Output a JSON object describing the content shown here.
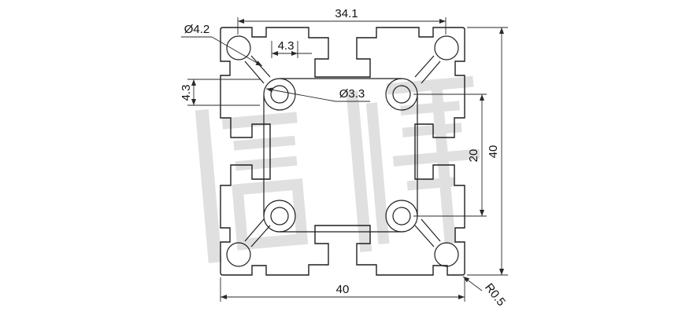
{
  "drawing": {
    "title": "aluminium-extrusion-profile-4040-cross-section",
    "dimensions": {
      "top_hole_spacing": "34.1",
      "corner_hole_diameter": "Ø4.2",
      "top_web_thickness": "4.3",
      "center_hole_diameter": "Ø3.3",
      "left_web_thickness": "4.3",
      "inner_hole_spacing": "20",
      "profile_height": "40",
      "profile_width": "40",
      "corner_radius": "R0.5"
    },
    "colors": {
      "line": "#1f1f1f",
      "watermark": "#c2c2c2",
      "background": "#ffffff"
    }
  }
}
